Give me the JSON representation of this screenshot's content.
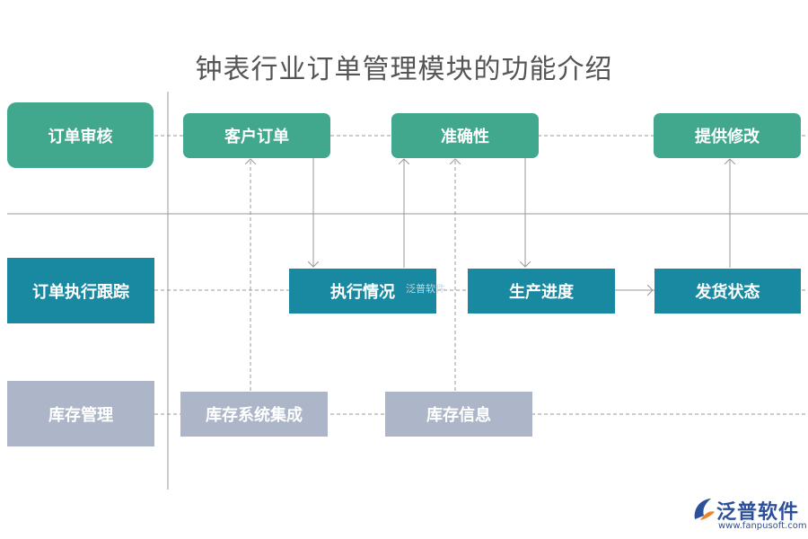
{
  "title": "钟表行业订单管理模块的功能介绍",
  "rows": {
    "review": "订单审核",
    "tracking": "订单执行跟踪",
    "inventory": "库存管理"
  },
  "nodes": {
    "customer_order": "客户订单",
    "accuracy": "准确性",
    "provide_changes": "提供修改",
    "execution": "执行情况",
    "production": "生产进度",
    "delivery": "发货状态",
    "inventory_integration": "库存系统集成",
    "inventory_info": "库存信息"
  },
  "logo": {
    "name": "泛普软件",
    "url": "www.fanpusoft.com",
    "watermark": "泛普软件"
  },
  "colors": {
    "review_green": "#41a88e",
    "tracking_teal": "#1889a0",
    "inventory_gray": "#acb6c8",
    "logo_blue": "#2c4f9a",
    "logo_orange": "#e8862f"
  }
}
